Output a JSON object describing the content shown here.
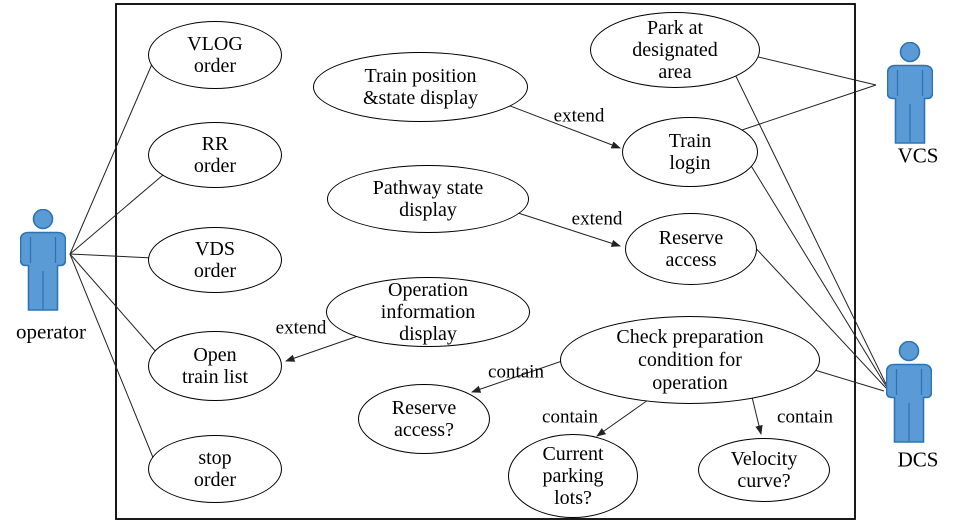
{
  "colors": {
    "background": "#FFFFFF",
    "shape_fill": "#FFFFFF",
    "shape_outline": "#000000",
    "connector": "#222222",
    "actor_fill": "#5B9BD5",
    "actor_outline": "#2E74B5"
  },
  "actors": [
    {
      "id": "operator",
      "label": "operator",
      "icon": "person-icon"
    },
    {
      "id": "vcs",
      "label": "VCS",
      "icon": "person-icon"
    },
    {
      "id": "dcs",
      "label": "DCS",
      "icon": "person-icon"
    }
  ],
  "use_cases": [
    {
      "id": "vlog-order",
      "label": "VLOG\norder"
    },
    {
      "id": "rr-order",
      "label": "RR\norder"
    },
    {
      "id": "vds-order",
      "label": "VDS\norder"
    },
    {
      "id": "open-train-list",
      "label": "Open\ntrain list"
    },
    {
      "id": "stop-order",
      "label": "stop\norder"
    },
    {
      "id": "train-position-state-display",
      "label": "Train position\n&state display"
    },
    {
      "id": "pathway-state-display",
      "label": "Pathway state\ndisplay"
    },
    {
      "id": "operation-information-display",
      "label": "Operation\ninformation\ndisplay"
    },
    {
      "id": "park-at-designated-area",
      "label": "Park at\ndesignated\narea"
    },
    {
      "id": "train-login",
      "label": "Train\nlogin"
    },
    {
      "id": "reserve-access",
      "label": "Reserve\naccess"
    },
    {
      "id": "check-preparation",
      "label": "Check preparation\ncondition for\noperation"
    },
    {
      "id": "reserve-access-q",
      "label": "Reserve\naccess?"
    },
    {
      "id": "current-parking-lots",
      "label": "Current\nparking\nlots?"
    },
    {
      "id": "velocity-curve",
      "label": "Velocity\ncurve?"
    }
  ],
  "relationships": {
    "associations": [
      {
        "from": "operator",
        "to": "vlog-order"
      },
      {
        "from": "operator",
        "to": "rr-order"
      },
      {
        "from": "operator",
        "to": "vds-order"
      },
      {
        "from": "operator",
        "to": "open-train-list"
      },
      {
        "from": "operator",
        "to": "stop-order"
      },
      {
        "from": "park-at-designated-area",
        "to": "vcs"
      },
      {
        "from": "train-login",
        "to": "vcs"
      },
      {
        "from": "park-at-designated-area",
        "to": "dcs"
      },
      {
        "from": "train-login",
        "to": "dcs"
      },
      {
        "from": "reserve-access",
        "to": "dcs"
      },
      {
        "from": "check-preparation",
        "to": "dcs"
      }
    ],
    "labeled_edges": [
      {
        "label": "extend",
        "from": "train-position-state-display",
        "to": "train-login"
      },
      {
        "label": "extend",
        "from": "pathway-state-display",
        "to": "reserve-access"
      },
      {
        "label": "extend",
        "from": "operation-information-display",
        "to": "open-train-list"
      },
      {
        "label": "contain",
        "from": "check-preparation",
        "to": "reserve-access-q"
      },
      {
        "label": "contain",
        "from": "check-preparation",
        "to": "current-parking-lots"
      },
      {
        "label": "contain",
        "from": "check-preparation",
        "to": "velocity-curve"
      }
    ]
  }
}
